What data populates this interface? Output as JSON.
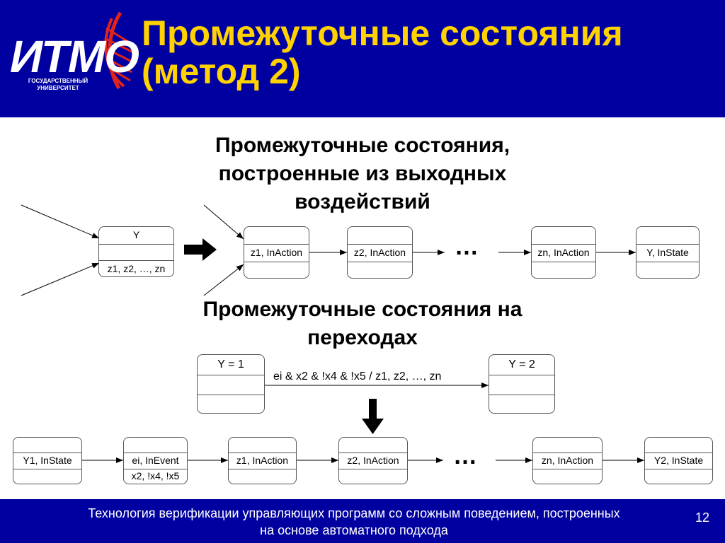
{
  "header": {
    "title_line1": "Промежуточные состояния",
    "title_line2": "(метод 2)",
    "logo_text": "ИТМО",
    "logo_sub1": "ГОСУДАРСТВЕННЫЙ",
    "logo_sub2": "УНИВЕРСИТЕТ",
    "bg_color": "#0000a0",
    "title_color": "#ffd200"
  },
  "section1": {
    "heading_lines": [
      "Промежуточные состояния,",
      "построенные из выходных",
      "воздействий"
    ],
    "source_state": {
      "name": "Y",
      "actions": "z1, z2, …, zn"
    },
    "chain": [
      {
        "name": "z1, InAction"
      },
      {
        "name": "z2, InAction"
      },
      {
        "name": "zn, InAction"
      },
      {
        "name": "Y, InState"
      }
    ],
    "ellipsis": "…"
  },
  "section2": {
    "heading_lines": [
      "Промежуточные состояния на",
      "переходах"
    ],
    "state_from": "Y = 1",
    "state_to": "Y = 2",
    "transition_label": "ei & x2 & !x4 & !x5 / z1, z2, …, zn",
    "chain": [
      {
        "name": "Y1, InState"
      },
      {
        "name": "ei, InEvent",
        "extra": "x2, !x4, !x5"
      },
      {
        "name": "z1, InAction"
      },
      {
        "name": "z2, InAction"
      },
      {
        "name": "zn, InAction"
      },
      {
        "name": "Y2, InState"
      }
    ],
    "ellipsis": "…"
  },
  "footer": {
    "line1": "Технология верификации управляющих программ со сложным поведением, построенных",
    "line2": "на основе автоматного подхода",
    "page_number": "12"
  }
}
